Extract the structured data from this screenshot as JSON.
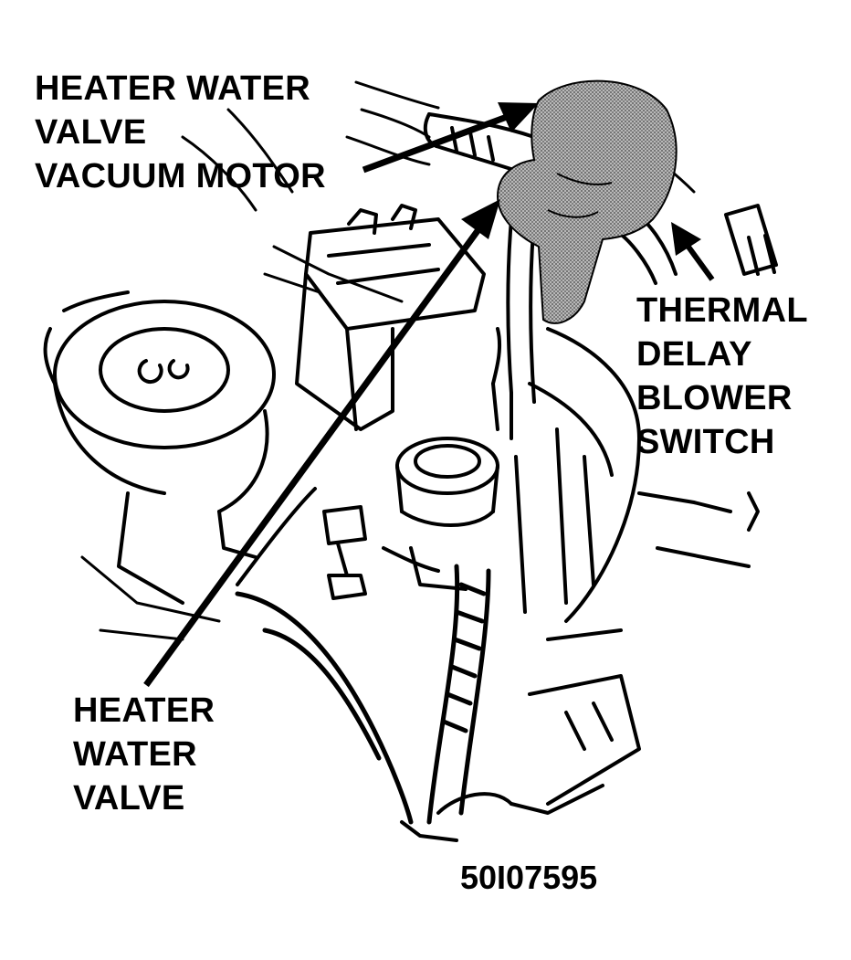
{
  "labels": {
    "vacuum_motor": [
      "HEATER WATER",
      "VALVE",
      "VACUUM MOTOR"
    ],
    "water_valve": [
      "HEATER",
      "WATER",
      "VALVE"
    ],
    "blower_switch": [
      "THERMAL",
      "DELAY",
      "BLOWER",
      "SWITCH"
    ]
  },
  "figure_id": "50I07595",
  "colors": {
    "ink": "#000000",
    "background": "#ffffff",
    "highlight_shade": "#9a9a9a"
  }
}
